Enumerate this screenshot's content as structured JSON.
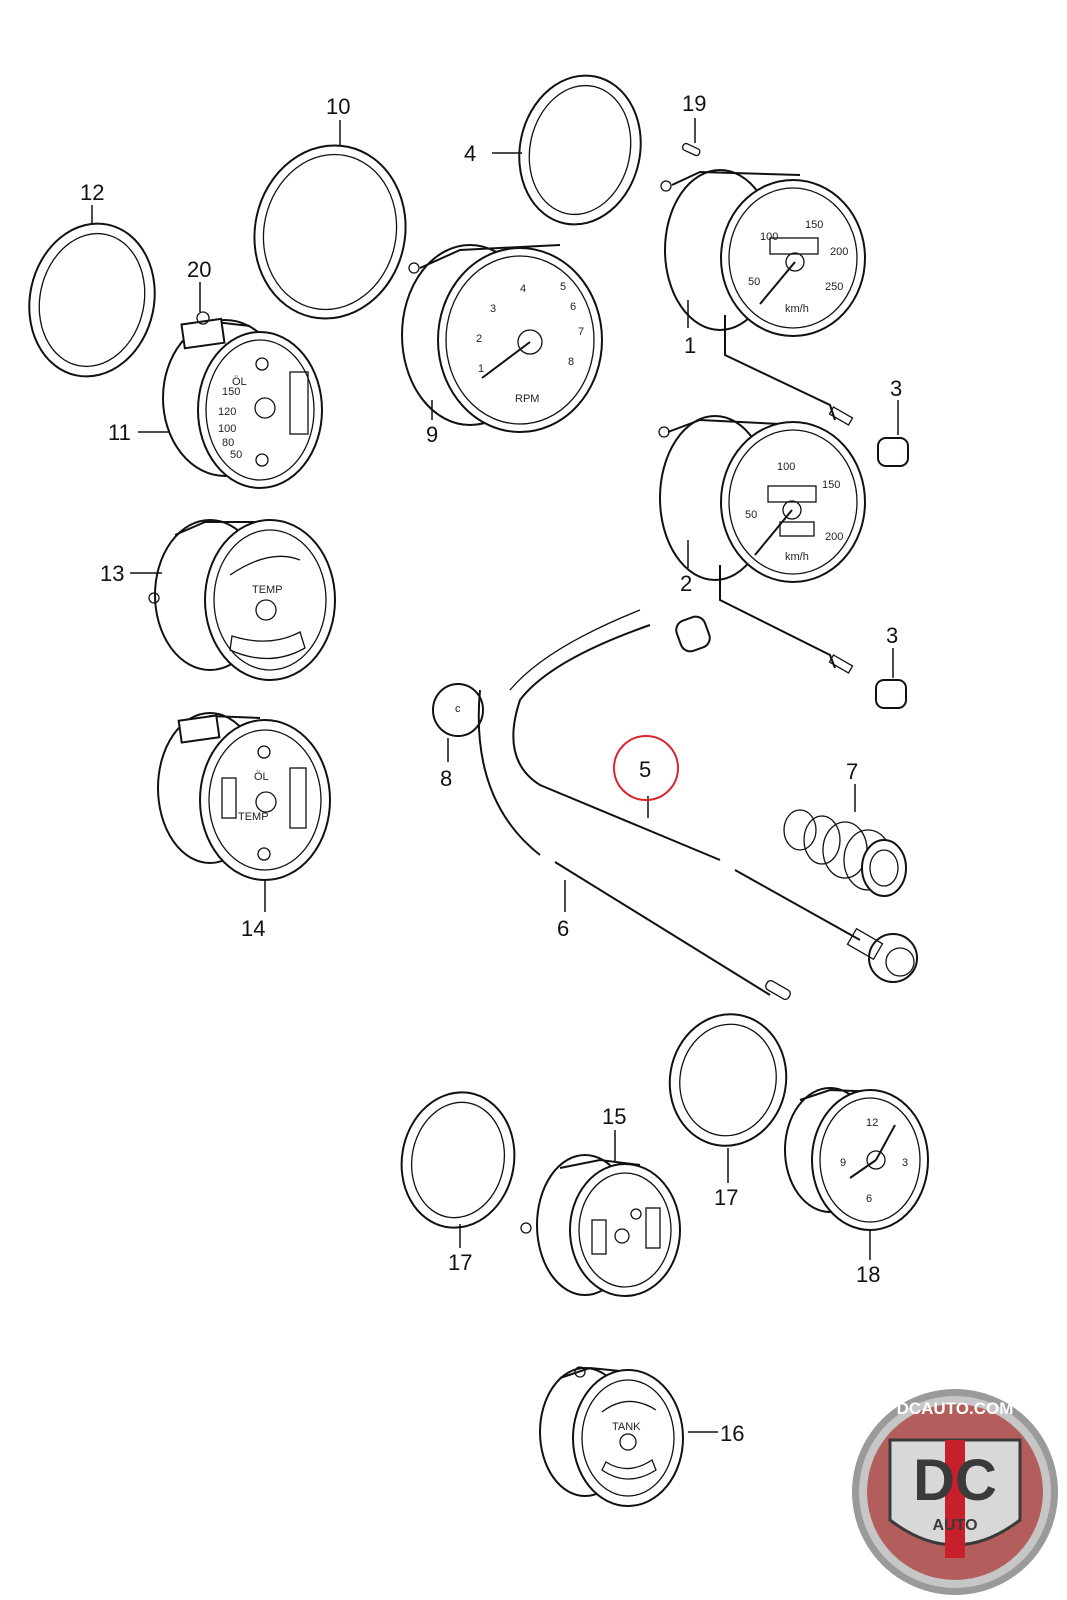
{
  "diagram": {
    "callouts": [
      "1",
      "2",
      "3",
      "3",
      "4",
      "5",
      "6",
      "7",
      "8",
      "9",
      "10",
      "11",
      "12",
      "13",
      "14",
      "15",
      "16",
      "17",
      "17",
      "18",
      "19",
      "20"
    ],
    "highlight_callout": "5",
    "highlight_color": "#d9262b",
    "gauge_text": {
      "speedo_1": [
        "100",
        "150",
        "200",
        "50",
        "250",
        "km/h"
      ],
      "speedo_2": [
        "100",
        "150",
        "50",
        "200",
        "km/h"
      ],
      "tach_9": [
        "1",
        "2",
        "3",
        "4",
        "5",
        "6",
        "7",
        "8",
        "RPM"
      ],
      "oil_11": [
        "ÖL",
        "150",
        "120",
        "100",
        "80",
        "50"
      ],
      "temp_13": "TEMP",
      "oil_14": [
        "ÖL",
        "TEMP"
      ],
      "tank_16": "TANK",
      "clock_18": [
        "12",
        "3",
        "6",
        "9"
      ]
    }
  },
  "logo": {
    "url_text": "DCAUTO.COM",
    "letters": "DC",
    "word": "AUTO",
    "colors": {
      "ring": "#b8b8b8",
      "red": "#c8202a",
      "dark": "#3a3a3a"
    }
  }
}
